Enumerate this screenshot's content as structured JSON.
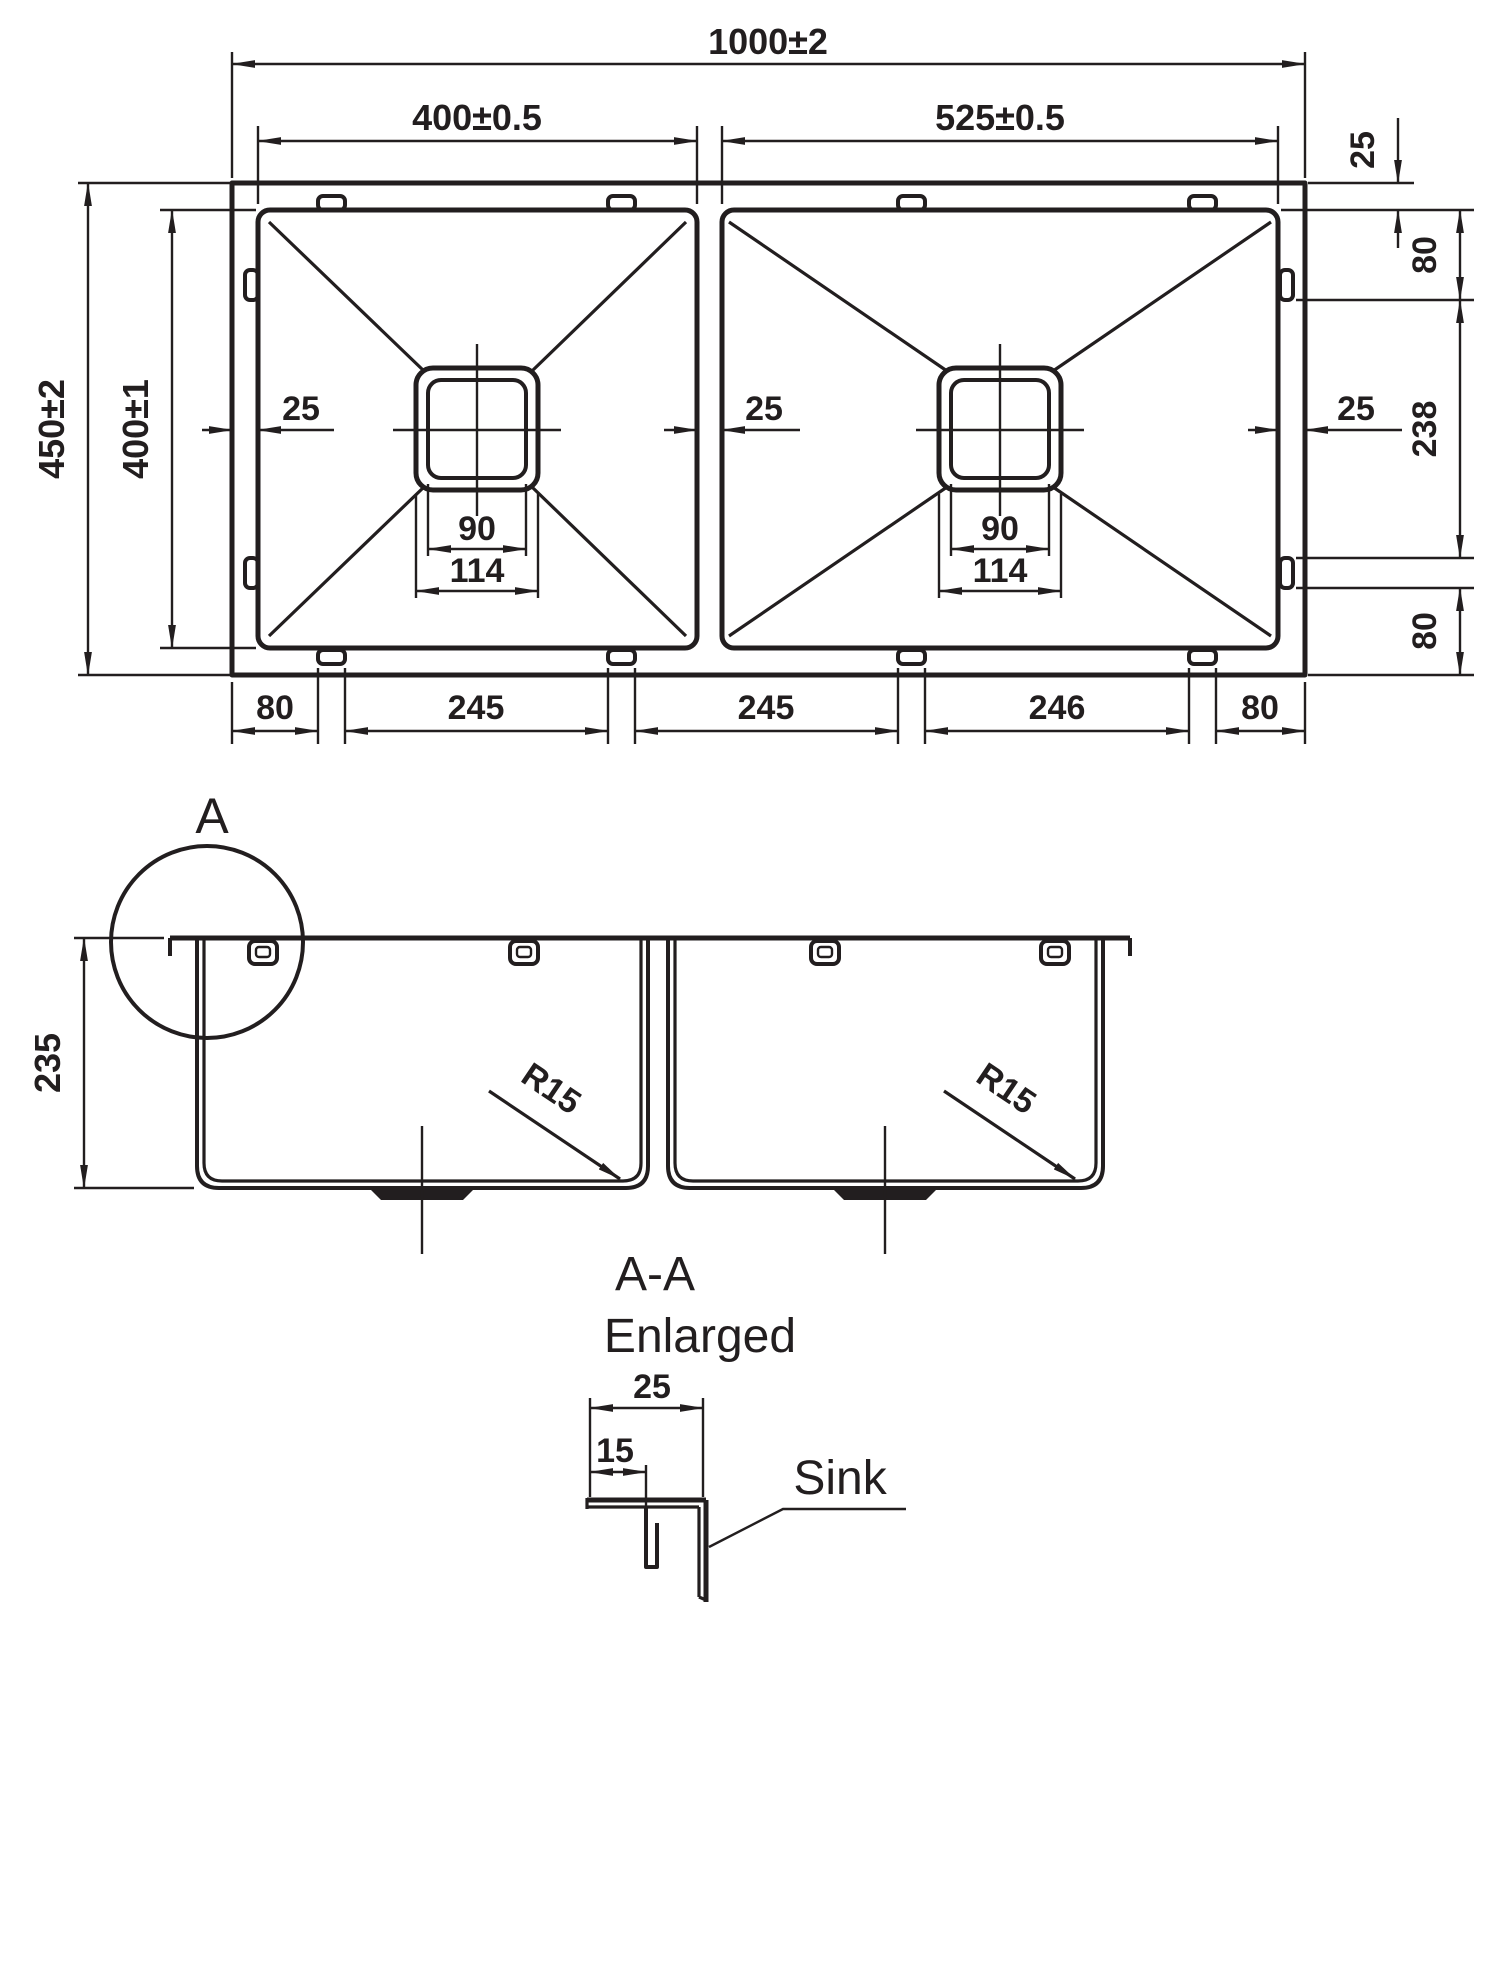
{
  "colors": {
    "background": "#ffffff",
    "line": "#221e1f"
  },
  "top_view": {
    "overall_width": "1000±2",
    "bowl1_width": "400±0.5",
    "bowl2_width": "525±0.5",
    "overall_depth": "450±2",
    "bowl_depth": "400±1",
    "left_rim": "25",
    "divider": "25",
    "right_rim": "25",
    "top_right_rim": "25",
    "drain_inner": "90",
    "drain_outer": "114",
    "right_offset_top": "80",
    "right_clip_span": "238",
    "right_offset_bottom": "80",
    "bottom_dims": [
      "80",
      "245",
      "245",
      "246",
      "80"
    ]
  },
  "side_view": {
    "height": "235",
    "corner_radius": "R15",
    "detail_label": "A"
  },
  "detail_aa": {
    "title": "A-A",
    "subtitle": "Enlarged",
    "flange_width": "25",
    "clip_inset": "15",
    "callout": "Sink"
  }
}
